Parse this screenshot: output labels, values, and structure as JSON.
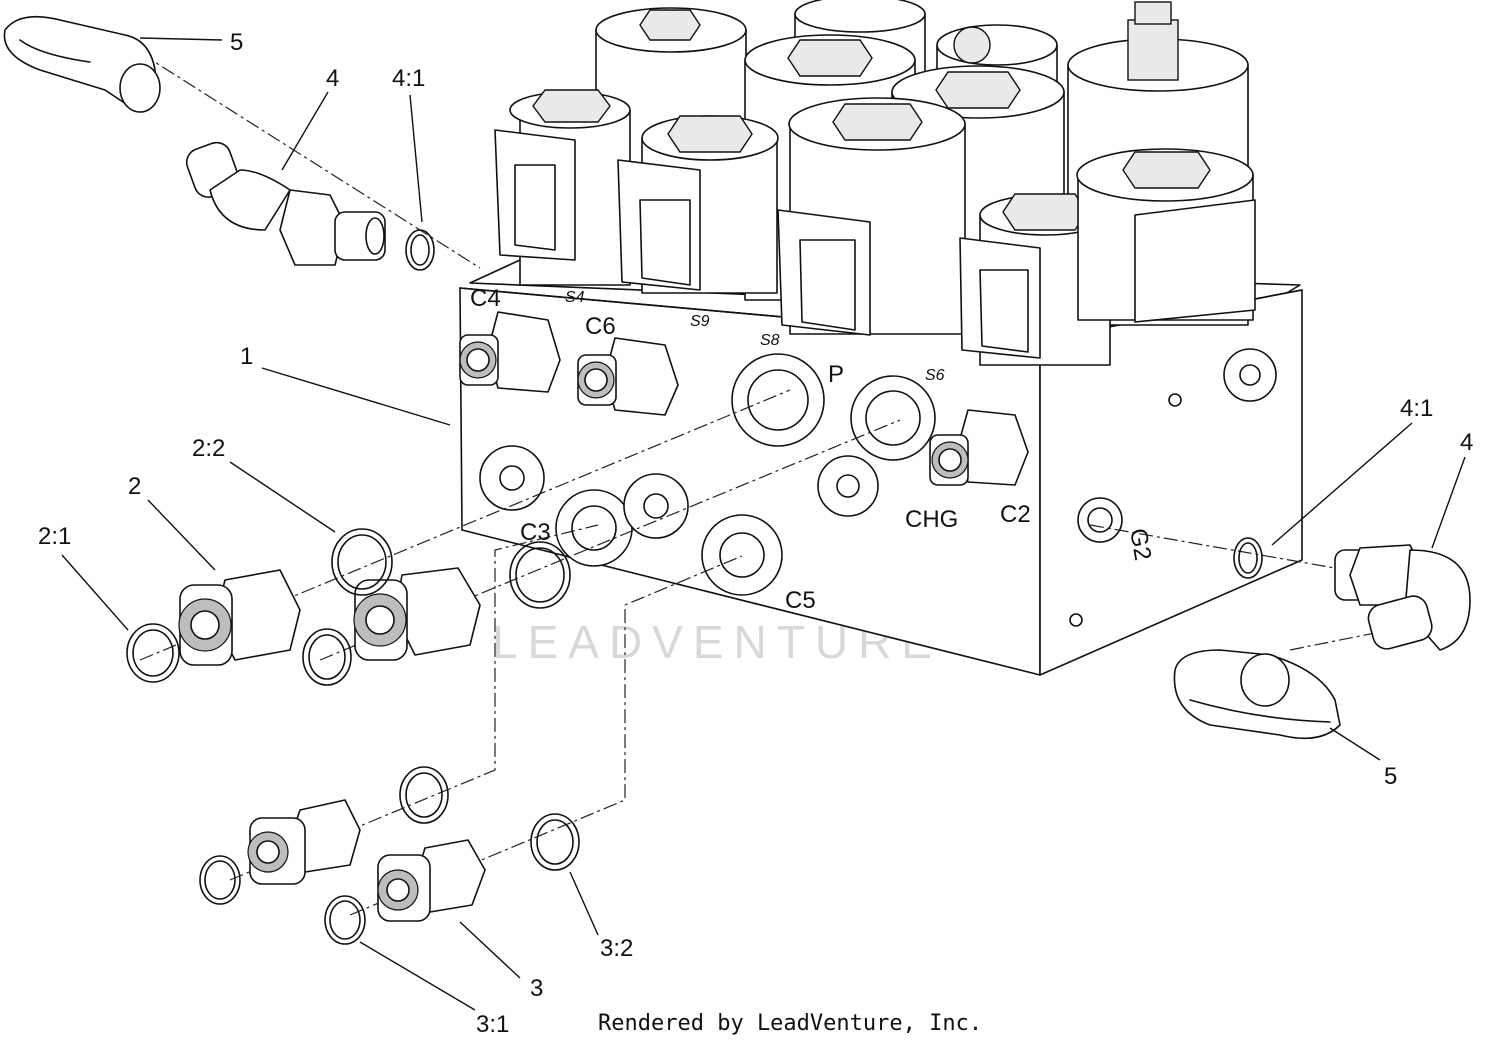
{
  "diagram": {
    "callouts": {
      "c1": "1",
      "c2": "2",
      "c2_1": "2:1",
      "c2_2": "2:2",
      "c3": "3",
      "c3_1": "3:1",
      "c3_2": "3:2",
      "c4_left": "4",
      "c4_1_left": "4:1",
      "c4_right": "4",
      "c4_1_right": "4:1",
      "c5_left": "5",
      "c5_right": "5"
    },
    "ports": {
      "c4": "C4",
      "c6": "C6",
      "p": "P",
      "chg": "CHG",
      "c2": "C2",
      "c5": "C5",
      "g2": "G2",
      "c3": "C3",
      "s4": "S4",
      "s9": "S9",
      "s8": "S8",
      "s6": "S6"
    },
    "watermark": "LEADVENTURE",
    "footer": "Rendered by LeadVenture, Inc."
  }
}
